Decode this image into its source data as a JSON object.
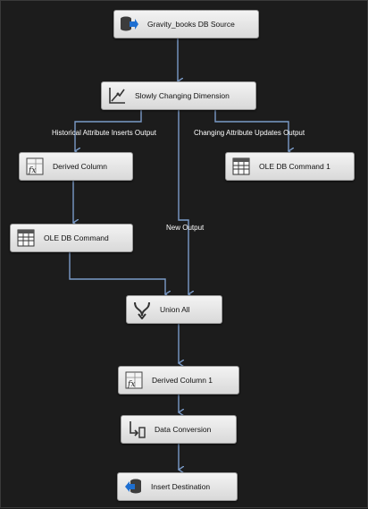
{
  "colors": {
    "canvas": "#1c1c1c",
    "connector": "#7a9bc8",
    "node_bg": "#e6e6e6"
  },
  "nodes": {
    "source": {
      "label": "Gravity_books DB Source",
      "icon": "db-source-icon"
    },
    "scd": {
      "label": "Slowly Changing Dimension",
      "icon": "scd-icon"
    },
    "derived_column": {
      "label": "Derived Column",
      "icon": "fx-icon"
    },
    "ole_db_command_1": {
      "label": "OLE DB Command 1",
      "icon": "grid-icon"
    },
    "ole_db_command": {
      "label": "OLE DB Command",
      "icon": "grid-icon"
    },
    "union_all": {
      "label": "Union All",
      "icon": "union-icon"
    },
    "derived_column_1": {
      "label": "Derived Column 1",
      "icon": "fx-icon"
    },
    "data_conversion": {
      "label": "Data Conversion",
      "icon": "conversion-icon"
    },
    "insert_destination": {
      "label": "Insert Destination",
      "icon": "db-destination-icon"
    }
  },
  "paths": {
    "historical": "Historical Attribute Inserts Output",
    "changing": "Changing Attribute Updates Output",
    "new_output": "New Output"
  }
}
